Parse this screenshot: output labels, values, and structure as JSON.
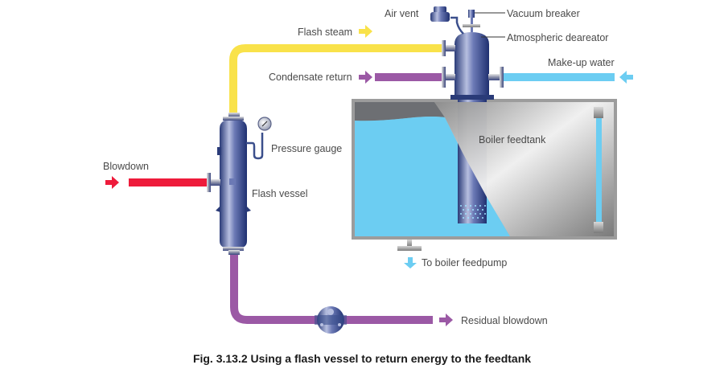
{
  "figure": {
    "caption": "Fig. 3.13.2 Using a flash vessel to return energy to the feedtank"
  },
  "labels": {
    "air_vent": "Air vent",
    "vacuum_breaker": "Vacuum breaker",
    "atmospheric_deaerator": "Atmospheric deareator",
    "flash_steam": "Flash steam",
    "condensate_return": "Condensate return",
    "make_up_water": "Make-up water",
    "boiler_feedtank": "Boiler feedtank",
    "pressure_gauge": "Pressure gauge",
    "blowdown": "Blowdown",
    "flash_vessel": "Flash vessel",
    "to_boiler_feedpump": "To boiler feedpump",
    "residual_blowdown": "Residual blowdown"
  },
  "colors": {
    "flash_steam": "#f9e24a",
    "condensate": "#9b59a5",
    "make_up_water": "#6ccdf2",
    "blowdown": "#ee1b3b",
    "vessel": "#3b4f8c",
    "tank_water": "#6ccdf2",
    "tank_body": "#a6a6a6"
  }
}
